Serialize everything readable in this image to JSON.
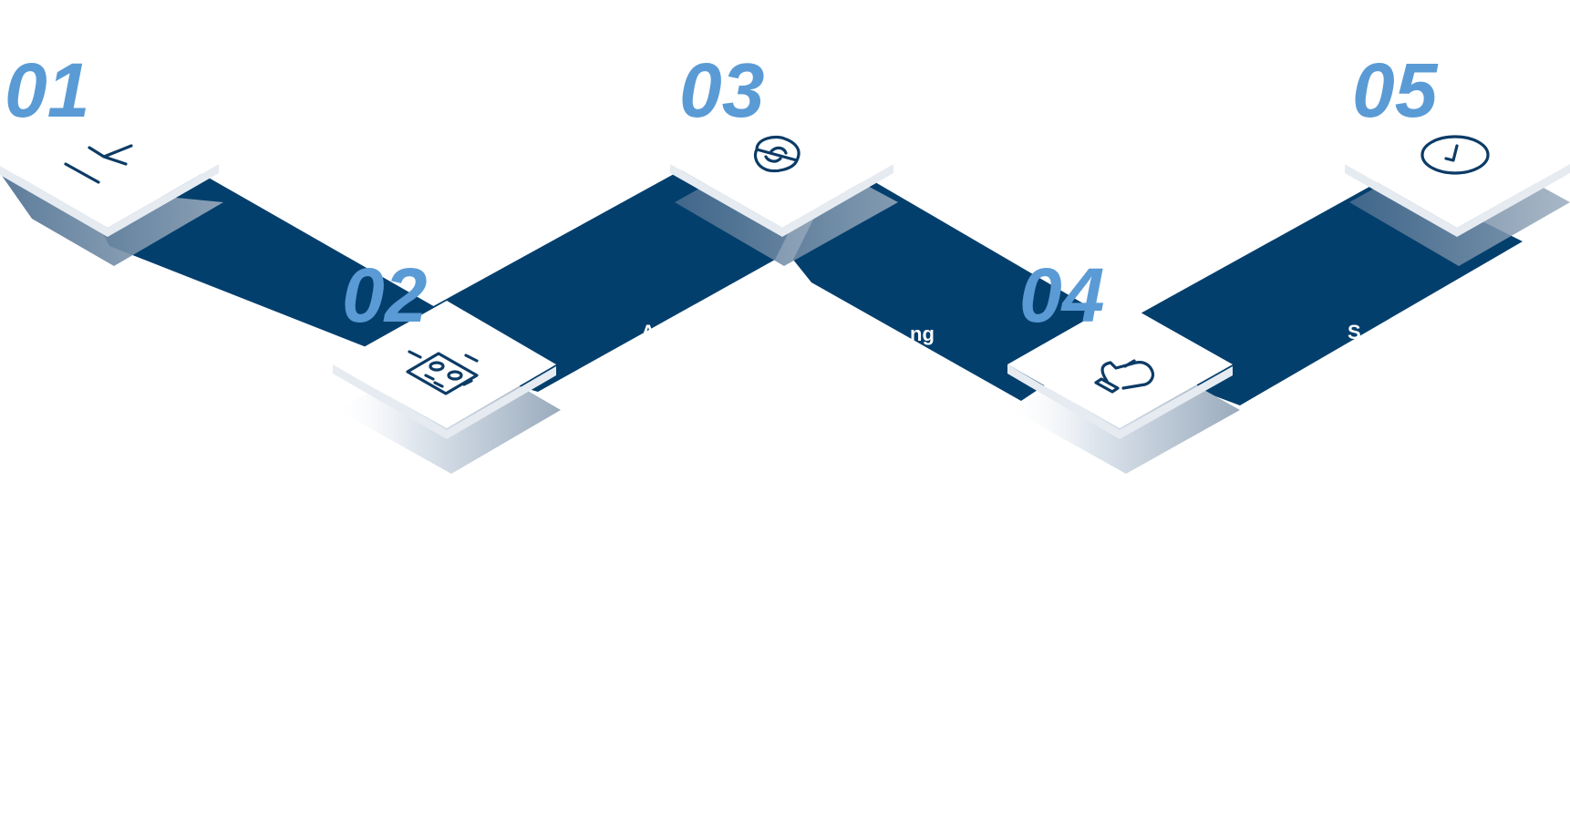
{
  "colors": {
    "band": "#033f6d",
    "number": "#5a9bd5",
    "tile": "#ffffff",
    "tile_edge": "#e6ebf1",
    "shadow": "#9aabbd",
    "icon": "#0c3b66",
    "caption": "#c9d2dc"
  },
  "steps": [
    {
      "number": "01",
      "icon": "arrow-down-left-icon"
    },
    {
      "number": "02",
      "icon": "circuit-board-icon"
    },
    {
      "number": "03",
      "icon": "recycle-coin-icon"
    },
    {
      "number": "04",
      "icon": "thumbs-up-icon"
    },
    {
      "number": "05",
      "icon": "clock-icon"
    }
  ],
  "band_text": [
    "A",
    "ng"
  ],
  "band_text_2": "S"
}
